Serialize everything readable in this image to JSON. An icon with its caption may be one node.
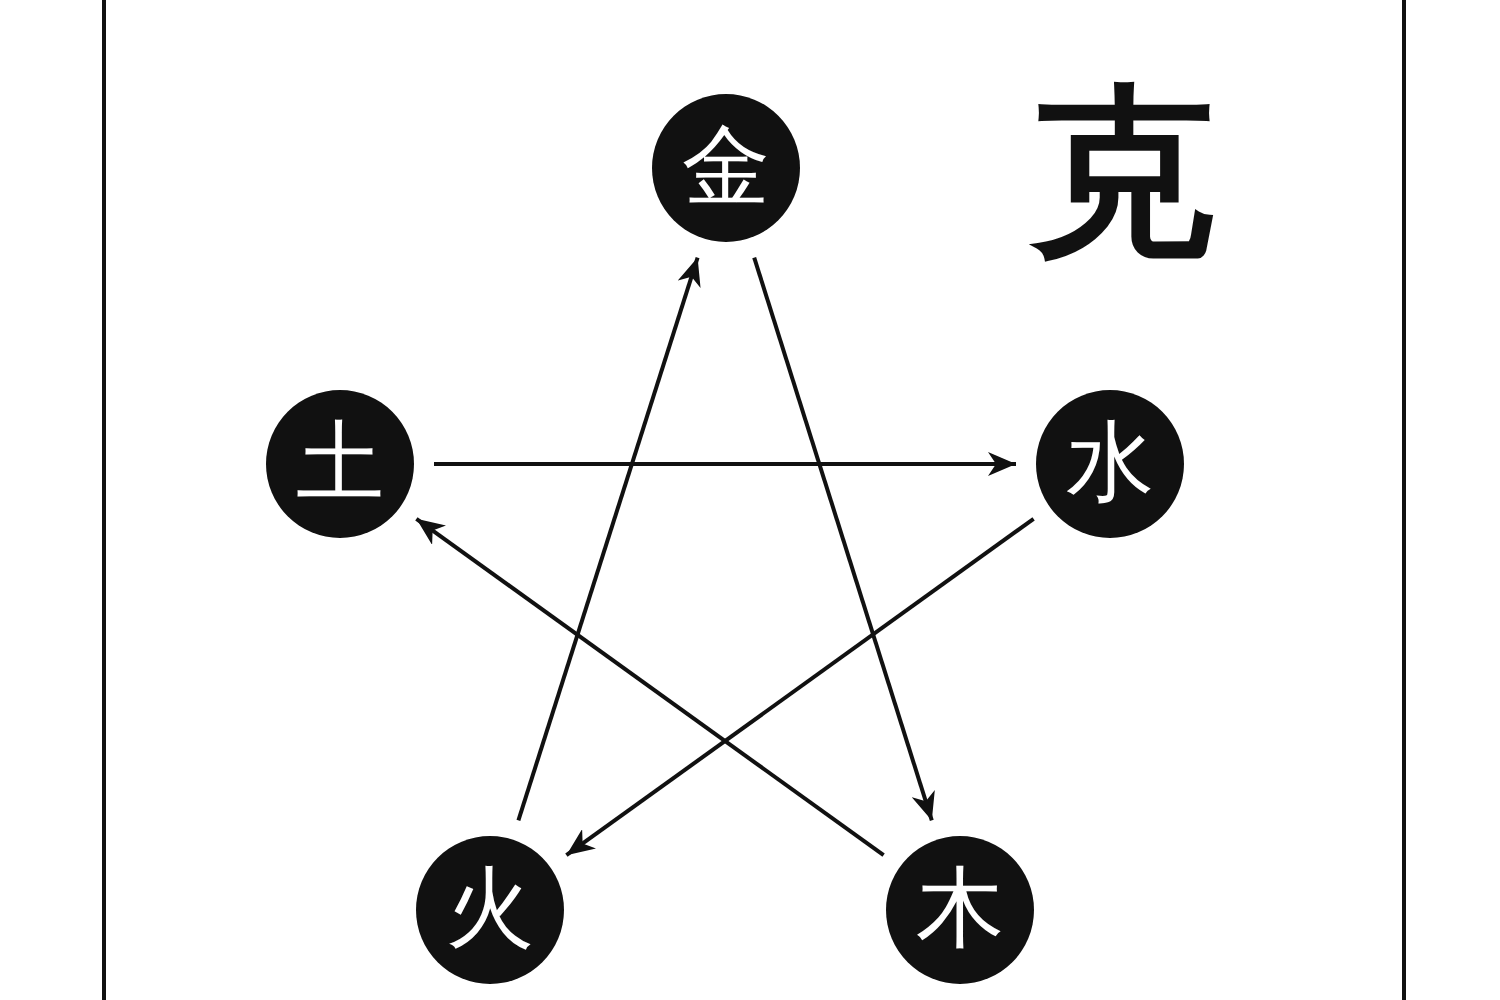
{
  "diagram": {
    "title": "克",
    "nodes": [
      {
        "text": [
          "金"
        ]
      },
      {
        "text": [
          "水"
        ]
      },
      {
        "text": [
          "木"
        ]
      },
      {
        "text": [
          "火"
        ]
      },
      {
        "text": [
          "土"
        ]
      }
    ],
    "edges": [
      {
        "from": 0,
        "to": 2,
        "arrow": "to"
      },
      {
        "from": 2,
        "to": 4,
        "arrow": "to"
      },
      {
        "from": 4,
        "to": 1,
        "arrow": "to"
      },
      {
        "from": 1,
        "to": 3,
        "arrow": "to"
      },
      {
        "from": 3,
        "to": 0,
        "arrow": "to"
      }
    ]
  }
}
